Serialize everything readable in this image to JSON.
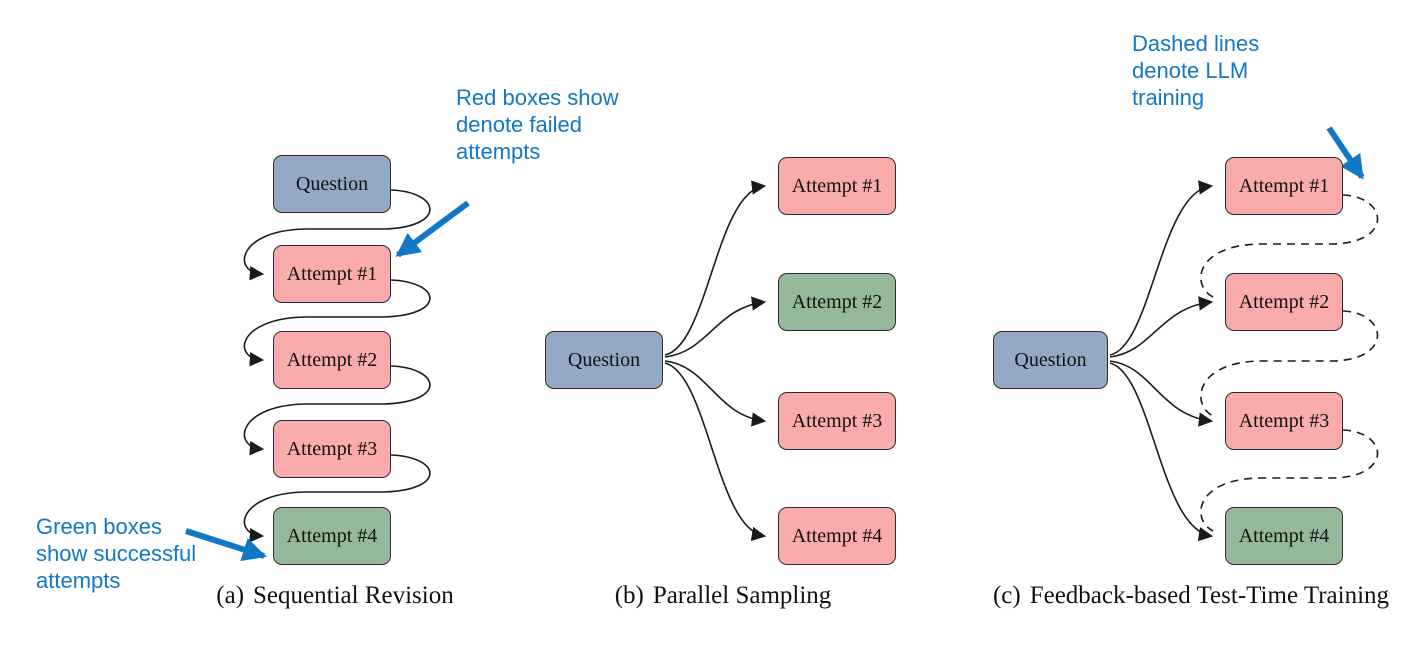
{
  "colors": {
    "question_fill": "#95a8c4",
    "failed_fill": "#faabab",
    "success_fill": "#95b89a",
    "annotation_blue": "#1277c4",
    "line_color": "#1a1a1a"
  },
  "panels": [
    {
      "id": "a",
      "caption_prefix": "(a)",
      "caption_title": "Sequential Revision",
      "nodes": [
        {
          "label": "Question",
          "type": "question"
        },
        {
          "label": "Attempt #1",
          "type": "failed"
        },
        {
          "label": "Attempt #2",
          "type": "failed"
        },
        {
          "label": "Attempt #3",
          "type": "failed"
        },
        {
          "label": "Attempt #4",
          "type": "success"
        }
      ]
    },
    {
      "id": "b",
      "caption_prefix": "(b)",
      "caption_title": "Parallel Sampling",
      "nodes": [
        {
          "label": "Question",
          "type": "question"
        },
        {
          "label": "Attempt #1",
          "type": "failed"
        },
        {
          "label": "Attempt #2",
          "type": "success"
        },
        {
          "label": "Attempt #3",
          "type": "failed"
        },
        {
          "label": "Attempt #4",
          "type": "failed"
        }
      ]
    },
    {
      "id": "c",
      "caption_prefix": "(c)",
      "caption_title": "Feedback-based Test-Time Training",
      "nodes": [
        {
          "label": "Question",
          "type": "question"
        },
        {
          "label": "Attempt #1",
          "type": "failed"
        },
        {
          "label": "Attempt #2",
          "type": "failed"
        },
        {
          "label": "Attempt #3",
          "type": "failed"
        },
        {
          "label": "Attempt #4",
          "type": "success"
        }
      ]
    }
  ],
  "annotations": [
    {
      "id": "red-note",
      "text": "Red boxes show\ndenote failed\nattempts"
    },
    {
      "id": "green-note",
      "text": "Green boxes\nshow successful\nattempts"
    },
    {
      "id": "dashed-note",
      "text": "Dashed lines\ndenote LLM\ntraining"
    }
  ]
}
